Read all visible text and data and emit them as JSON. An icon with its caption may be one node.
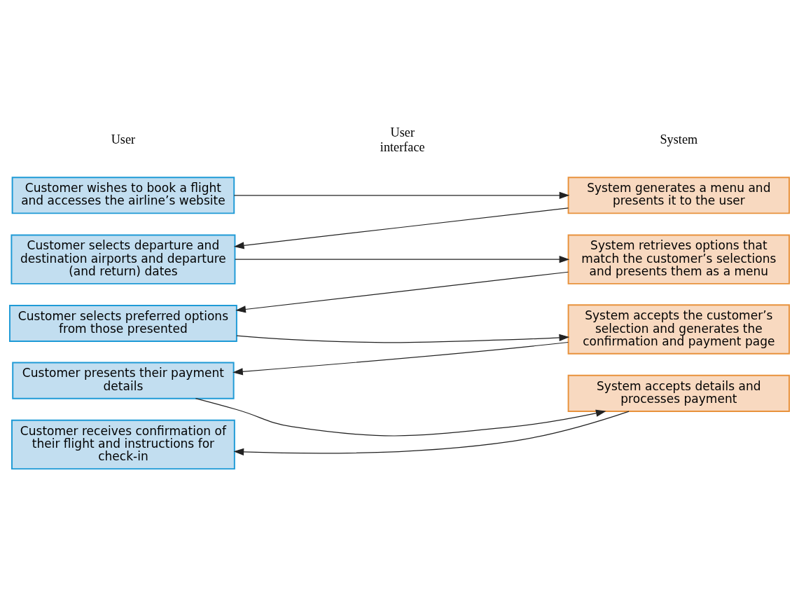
{
  "diagram": {
    "nodes": [
      {
        "text": [
          "Customer wishes to book a flight and accesses the airline’s website"
        ]
      },
      {
        "text": [
          "System generates a menu and presents it to the user"
        ]
      },
      {
        "text": [
          "Customer selects departure and destination airports and departure (and return) dates"
        ]
      },
      {
        "text": [
          "System retrieves options that match the customer’s selections and presents them as a menu"
        ]
      },
      {
        "text": [
          "Customer selects preferred options from those presented"
        ]
      },
      {
        "text": [
          "System accepts the customer’s selection and generates the confirmation and payment page"
        ]
      },
      {
        "text": [
          "Customer presents their payment details"
        ]
      },
      {
        "text": [
          "System accepts details and processes payment"
        ]
      },
      {
        "text": [
          "Customer receives confirmation of their flight and instructions for check-in"
        ]
      }
    ],
    "edges": [
      {
        "from": 0,
        "to": 1,
        "arrow": "to"
      },
      {
        "from": 1,
        "to": 2,
        "arrow": "to"
      },
      {
        "from": 2,
        "to": 3,
        "arrow": "to"
      },
      {
        "from": 3,
        "to": 4,
        "arrow": "to"
      },
      {
        "from": 4,
        "to": 5,
        "arrow": "to"
      },
      {
        "from": 5,
        "to": 6,
        "arrow": "to"
      },
      {
        "from": 6,
        "to": 7,
        "arrow": "to"
      },
      {
        "from": 7,
        "to": 8,
        "arrow": "to"
      }
    ],
    "labels": [
      "User",
      "User interface",
      "System"
    ]
  }
}
